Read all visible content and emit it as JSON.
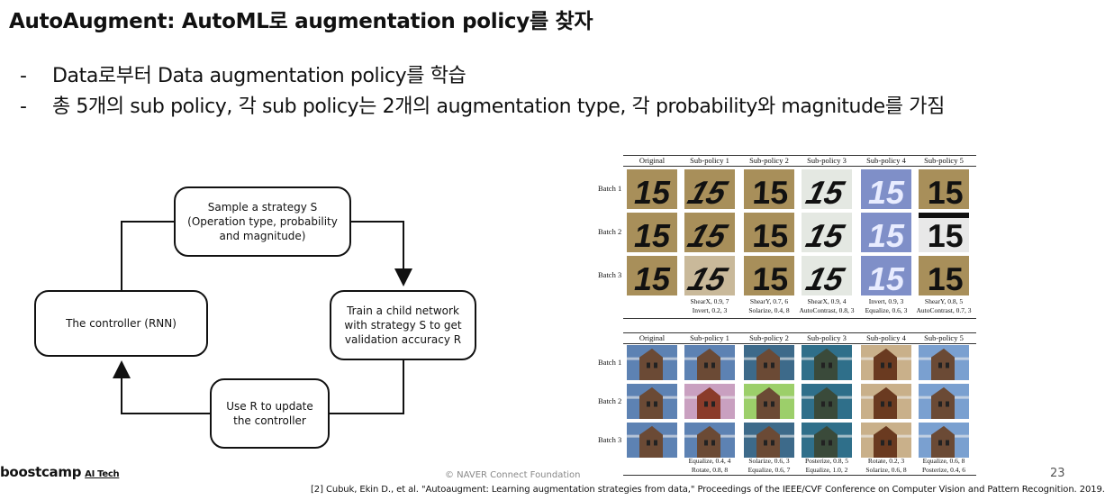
{
  "title": "AutoAugment: AutoML로 augmentation policy를 찾자",
  "bullets": [
    {
      "dash": "-",
      "text": "Data로부터 Data augmentation policy를 학습"
    },
    {
      "dash": "-",
      "text": "총 5개의 sub policy, 각 sub policy는 2개의 augmentation type, 각 probability와 magnitude를 가짐"
    }
  ],
  "diagram": {
    "sample": "Sample a strategy S\n(Operation type, probability\nand magnitude)",
    "controller": "The controller (RNN)",
    "train": "Train a child network\nwith strategy S to get\nvalidation accuracy R",
    "update": "Use R to update\nthe controller"
  },
  "figure": {
    "columns": [
      "Original",
      "Sub-policy 1",
      "Sub-policy 2",
      "Sub-policy 3",
      "Sub-policy 4",
      "Sub-policy 5"
    ],
    "rows": [
      "Batch 1",
      "Batch 2",
      "Batch 3"
    ],
    "svhn_captions": [
      [
        "ShearX, 0.9, 7",
        "Invert, 0.2, 3"
      ],
      [
        "ShearY, 0.7, 6",
        "Solarize, 0.4, 8"
      ],
      [
        "ShearX, 0.9, 4",
        "AutoContrast, 0.8, 3"
      ],
      [
        "Invert, 0.9, 3",
        "Equalize, 0.6, 3"
      ],
      [
        "ShearY, 0.8, 5",
        "AutoContrast, 0.7, 3"
      ]
    ],
    "imagenet_captions": [
      [
        "Equalize, 0.4, 4",
        "Rotate, 0.8, 8"
      ],
      [
        "Solarize, 0.6, 3",
        "Equalize, 0.6, 7"
      ],
      [
        "Posterize, 0.8, 5",
        "Equalize, 1.0, 2"
      ],
      [
        "Rotate, 0.2, 3",
        "Solarize, 0.6, 8"
      ],
      [
        "Equalize, 0.6, 8",
        "Posterize, 0.4, 6"
      ]
    ],
    "digit_text": "15"
  },
  "colors": {
    "svhn_bg": "#a88f5a",
    "sky": "#5d82b3",
    "building": "#6b4a35"
  },
  "footer": {
    "brand": "boostcamp",
    "brand_suffix": "AI Tech",
    "copyright": "© NAVER Connect Foundation",
    "page": "23",
    "citation": "[2] Cubuk, Ekin D., et al. \"Autoaugment: Learning augmentation strategies from data,\" Proceedings of the IEEE/CVF Conference on Computer Vision and Pattern Recognition. 2019."
  }
}
